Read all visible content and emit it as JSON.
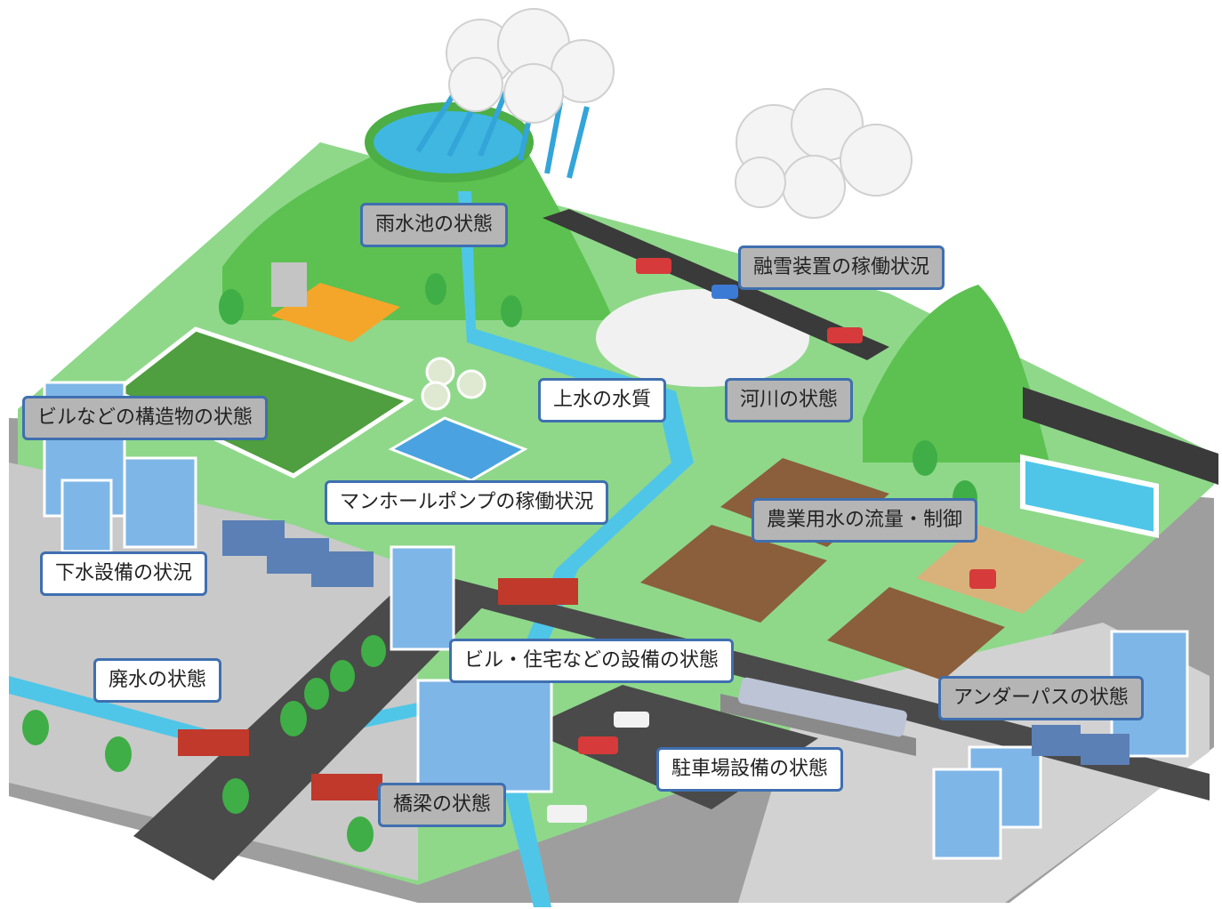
{
  "labels": {
    "rainwater_pond": "雨水池の状態",
    "snow_melting": "融雪装置の稼働状況",
    "water_quality": "上水の水質",
    "river": "河川の状態",
    "building_structures": "ビルなどの構造物の状態",
    "manhole_pump": "マンホールポンプの稼働状況",
    "agri_water": "農業用水の流量・制御",
    "sewer": "下水設備の状況",
    "wastewater": "廃水の状態",
    "building_equipment": "ビル・住宅などの設備の状態",
    "underpass": "アンダーパスの状態",
    "parking": "駐車場設備の状態",
    "bridge": "橋梁の状態"
  },
  "colors": {
    "ground": "#8fd88a",
    "grass": "#63c257",
    "river": "#4fc6e8",
    "road": "#4a4a4a",
    "field": "#8b5e3c",
    "label_border": "#3f6fb0",
    "label_gray": "#b5b5b5"
  }
}
